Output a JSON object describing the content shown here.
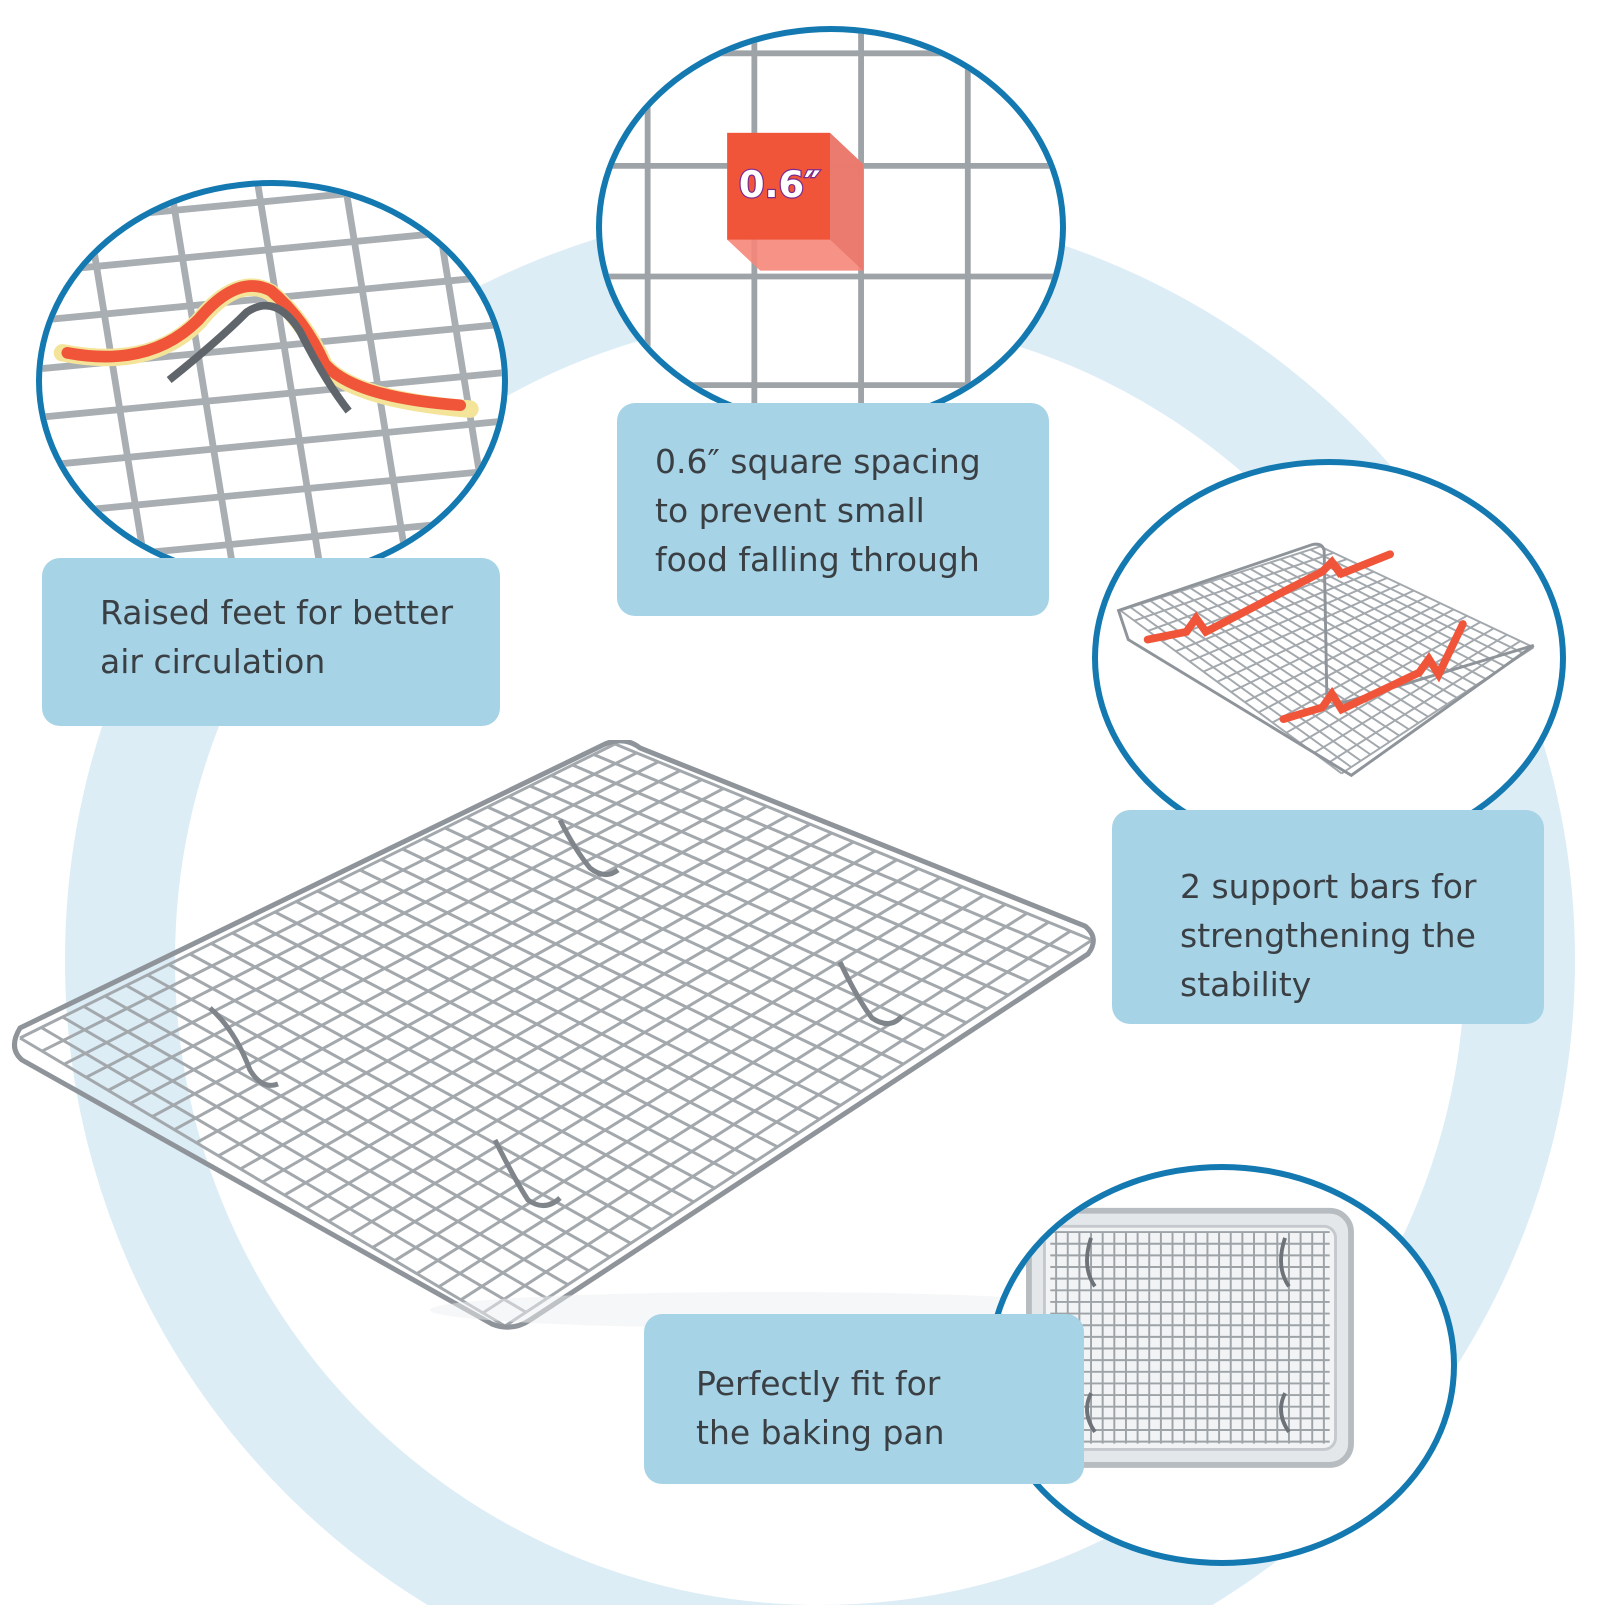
{
  "colors": {
    "accent_blue": "#1379b0",
    "callout_bg": "#a7d3e6",
    "ring_bg": "#dcedf6",
    "highlight_red": "#f0553a",
    "text": "#3a3f44"
  },
  "callouts": {
    "feet": {
      "lines": [
        "Raised feet for better",
        "air circulation"
      ]
    },
    "spacing": {
      "lines": [
        "0.6″ square spacing",
        "to prevent small",
        "food falling through"
      ]
    },
    "bars": {
      "lines": [
        "2 support bars for",
        "strengthening the",
        "stability"
      ]
    },
    "fit": {
      "lines": [
        "Perfectly fit for",
        "the baking pan"
      ]
    }
  },
  "measure": {
    "label": "0.6″"
  },
  "icons": [
    "magnifier-lens",
    "cooling-rack",
    "baking-pan"
  ]
}
